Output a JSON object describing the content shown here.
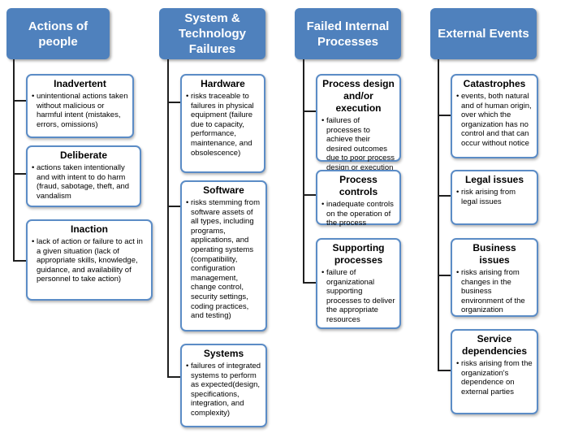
{
  "columns": [
    {
      "header": "Actions of\npeople",
      "items": [
        {
          "title": "Inadvertent",
          "text": "unintentional actions taken without malicious or harmful intent (mistakes, errors, omissions)"
        },
        {
          "title": "Deliberate",
          "text": "actions taken intentionally and with intent to do harm (fraud, sabotage, theft, and vandalism"
        },
        {
          "title": "Inaction",
          "text": "lack of action or failure to act in a given situation (lack of appropriate skills, knowledge, guidance, and availability of personnel to take action)"
        }
      ]
    },
    {
      "header": "System &\nTechnology\nFailures",
      "items": [
        {
          "title": "Hardware",
          "text": "risks traceable to failures in physical equipment (failure due to capacity, performance, maintenance, and obsolescence)"
        },
        {
          "title": "Software",
          "text": "risks stemming from software assets of all types, including programs, applications, and operating systems (compatibility, configuration management, change control, security settings, coding practices, and testing)"
        },
        {
          "title": "Systems",
          "text": "failures of integrated systems to perform as expected(design, specifications, integration, and complexity)"
        }
      ]
    },
    {
      "header": "Failed Internal\nProcesses",
      "items": [
        {
          "title": "Process design\nand/or execution",
          "text": "failures of processes to achieve their desired outcomes due to poor process design or execution"
        },
        {
          "title": "Process controls",
          "text": "inadequate controls on the operation of the process"
        },
        {
          "title": "Supporting\nprocesses",
          "text": "failure of organizational supporting processes to deliver the appropriate resources"
        }
      ]
    },
    {
      "header": "External Events",
      "items": [
        {
          "title": "Catastrophes",
          "text": "events, both natural and of human origin, over which the organization has no control and that can occur without notice"
        },
        {
          "title": "Legal issues",
          "text": "risk arising from legal issues"
        },
        {
          "title": "Business issues",
          "text": "risks arising from changes in the business environment of the organization"
        },
        {
          "title": "Service\ndependencies",
          "text": "risks arising from the organization's dependence on external parties"
        }
      ]
    }
  ]
}
